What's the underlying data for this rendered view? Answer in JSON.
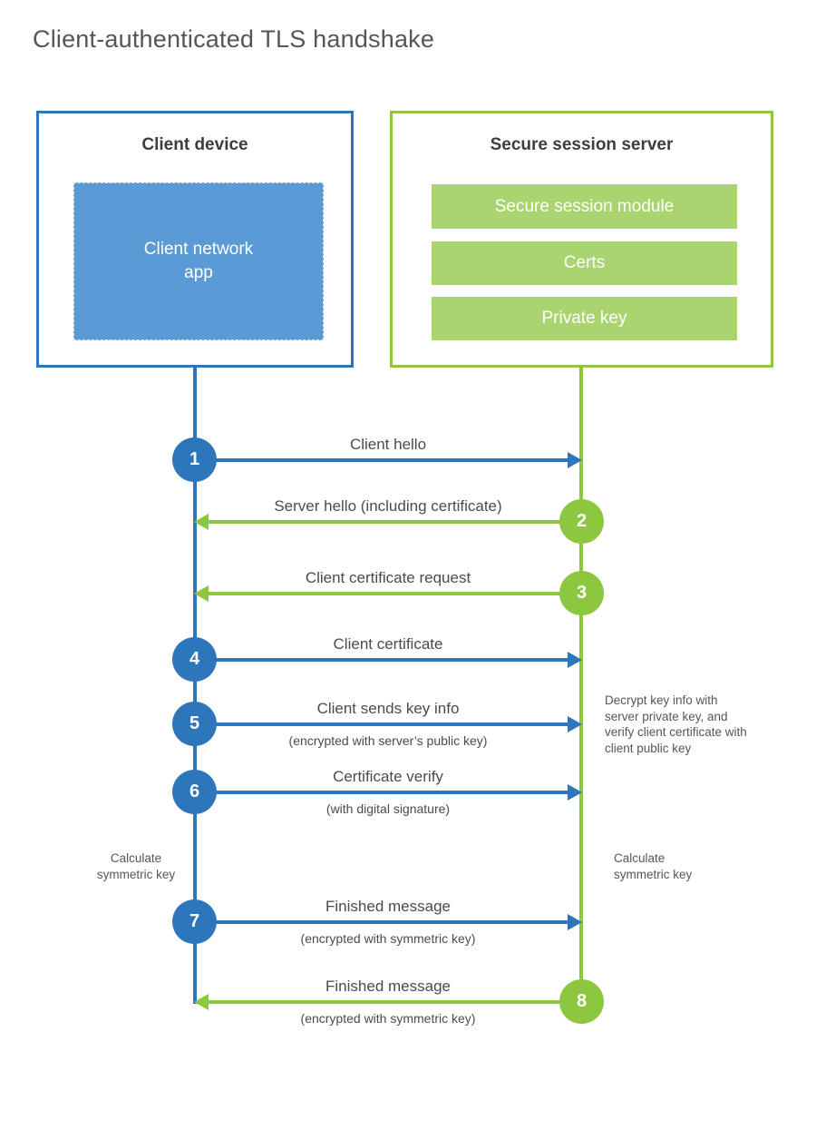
{
  "title": "Client-authenticated TLS handshake",
  "client": {
    "title": "Client device",
    "app_label": "Client network app"
  },
  "server": {
    "title": "Secure session server",
    "modules": {
      "module1": "Secure session module",
      "module2": "Certs",
      "module3": "Private key"
    }
  },
  "steps": [
    {
      "num": "1",
      "label": "Client hello",
      "direction": "right",
      "color": "blue"
    },
    {
      "num": "2",
      "label": "Server hello (including certificate)",
      "direction": "left",
      "color": "green"
    },
    {
      "num": "3",
      "label": "Client certificate request",
      "direction": "left",
      "color": "green"
    },
    {
      "num": "4",
      "label": "Client certificate",
      "direction": "right",
      "color": "blue"
    },
    {
      "num": "5",
      "label": "Client sends key info",
      "sublabel": "(encrypted with server’s public key)",
      "direction": "right",
      "color": "blue"
    },
    {
      "num": "6",
      "label": "Certificate verify",
      "sublabel": "(with digital signature)",
      "direction": "right",
      "color": "blue"
    },
    {
      "num": "7",
      "label": "Finished message",
      "sublabel": "(encrypted with symmetric key)",
      "direction": "right",
      "color": "blue"
    },
    {
      "num": "8",
      "label": "Finished message",
      "sublabel": "(encrypted with symmetric key)",
      "direction": "left",
      "color": "green"
    }
  ],
  "notes": {
    "decrypt": "Decrypt key info with server private key, and verify client certificate with client public key",
    "calc_left": "Calculate symmetric key",
    "calc_right": "Calculate symmetric key"
  },
  "colors": {
    "blue": "#2d76bc",
    "blue_light": "#5b9bd5",
    "green": "#8dc63f",
    "green_light": "#a9d46f",
    "text_dark": "#3d3d40",
    "text_gray": "#4b4b4d"
  }
}
